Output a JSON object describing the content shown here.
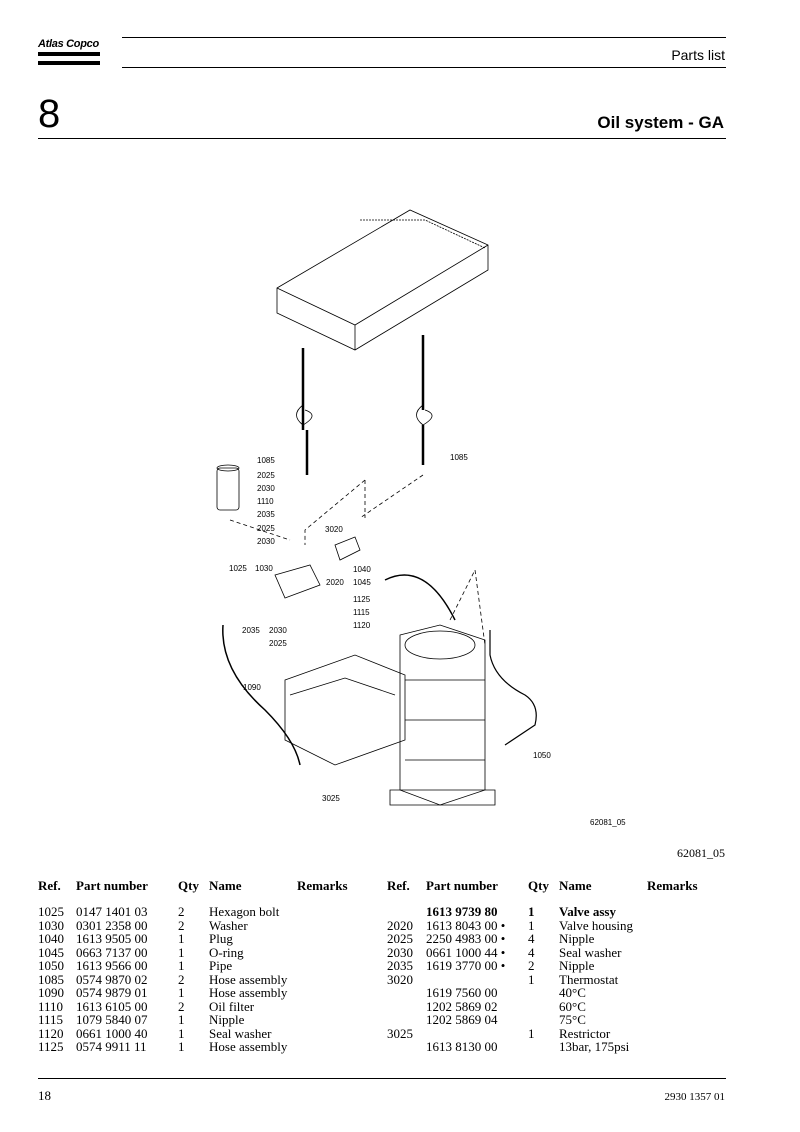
{
  "header": {
    "logo_text": "Atlas Copco",
    "section_label": "Parts list",
    "chapter_number": "8",
    "chapter_title": "Oil system - GA"
  },
  "diagram": {
    "callouts": [
      "1085",
      "1085",
      "2025",
      "2030",
      "1110",
      "2035",
      "2025",
      "2030",
      "3020",
      "1025",
      "1030",
      "2020",
      "1040",
      "1045",
      "1125",
      "1115",
      "1120",
      "2035",
      "2030",
      "2025",
      "1090",
      "1050",
      "3025"
    ],
    "drawing_number_inner": "62081_05"
  },
  "drawing_number": "62081_05",
  "parts_table": {
    "headers": [
      "Ref.",
      "Part number",
      "Qty",
      "Name",
      "Remarks"
    ],
    "left_rows": [
      {
        "ref": "1025",
        "part": "0147 1401 03",
        "qty": "2",
        "name": "Hexagon bolt",
        "remarks": ""
      },
      {
        "ref": "1030",
        "part": "0301 2358 00",
        "qty": "2",
        "name": "Washer",
        "remarks": ""
      },
      {
        "ref": "1040",
        "part": "1613 9505 00",
        "qty": "1",
        "name": "Plug",
        "remarks": ""
      },
      {
        "ref": "1045",
        "part": "0663 7137 00",
        "qty": "1",
        "name": "O-ring",
        "remarks": ""
      },
      {
        "ref": "1050",
        "part": "1613 9566 00",
        "qty": "1",
        "name": "Pipe",
        "remarks": ""
      },
      {
        "ref": "1085",
        "part": "0574 9870 02",
        "qty": "2",
        "name": "Hose assembly",
        "remarks": ""
      },
      {
        "ref": "1090",
        "part": "0574 9879 01",
        "qty": "1",
        "name": "Hose assembly",
        "remarks": ""
      },
      {
        "ref": "1110",
        "part": "1613 6105 00",
        "qty": "2",
        "name": "Oil filter",
        "remarks": ""
      },
      {
        "ref": "1115",
        "part": "1079 5840 07",
        "qty": "1",
        "name": "Nipple",
        "remarks": ""
      },
      {
        "ref": "1120",
        "part": "0661 1000 40",
        "qty": "1",
        "name": "Seal washer",
        "remarks": ""
      },
      {
        "ref": "1125",
        "part": "0574 9911 11",
        "qty": "1",
        "name": "Hose assembly",
        "remarks": ""
      }
    ],
    "right_rows": [
      {
        "ref": "",
        "part": "1613 9739 80",
        "qty": "1",
        "name": "Valve assy",
        "remarks": "",
        "bold": true
      },
      {
        "ref": "2020",
        "part": "1613 8043 00 •",
        "qty": "1",
        "name": "Valve housing",
        "remarks": ""
      },
      {
        "ref": "2025",
        "part": "2250 4983 00 •",
        "qty": "4",
        "name": "Nipple",
        "remarks": ""
      },
      {
        "ref": "2030",
        "part": "0661 1000 44 •",
        "qty": "4",
        "name": "Seal washer",
        "remarks": ""
      },
      {
        "ref": "2035",
        "part": "1619 3770 00 •",
        "qty": "2",
        "name": "Nipple",
        "remarks": ""
      },
      {
        "ref": "3020",
        "part": "",
        "qty": "1",
        "name": "Thermostat",
        "remarks": ""
      },
      {
        "ref": "",
        "part": "1619 7560 00",
        "qty": "",
        "name": "40°C",
        "remarks": ""
      },
      {
        "ref": "",
        "part": "1202 5869 02",
        "qty": "",
        "name": "60°C",
        "remarks": ""
      },
      {
        "ref": "",
        "part": "1202 5869 04",
        "qty": "",
        "name": "75°C",
        "remarks": ""
      },
      {
        "ref": "3025",
        "part": "",
        "qty": "1",
        "name": "Restrictor",
        "remarks": ""
      },
      {
        "ref": "",
        "part": "1613 8130 00",
        "qty": "",
        "name": "13bar, 175psi",
        "remarks": ""
      }
    ]
  },
  "footer": {
    "page_number": "18",
    "document_number": "2930 1357 01"
  }
}
